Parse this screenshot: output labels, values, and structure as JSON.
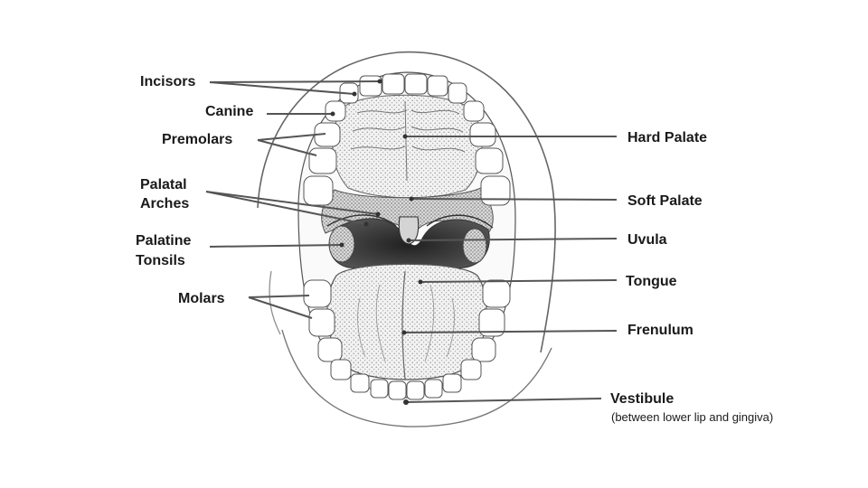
{
  "labels": {
    "incisors": "Incisors",
    "canine": "Canine",
    "premolars": "Premolars",
    "palatal_arches_1": "Palatal",
    "palatal_arches_2": "Arches",
    "palatine_tonsils_1": "Palatine",
    "palatine_tonsils_2": "Tonsils",
    "molars": "Molars",
    "hard_palate": "Hard Palate",
    "soft_palate": "Soft Palate",
    "uvula": "Uvula",
    "tongue": "Tongue",
    "frenulum": "Frenulum",
    "vestibule": "Vestibule",
    "vestibule_note": "(between lower lip and gingiva)"
  },
  "colors": {
    "ink": "#1a1a1a",
    "line": "#555555",
    "shade": "#b8b8b8",
    "dark": "#2b2b2b"
  }
}
